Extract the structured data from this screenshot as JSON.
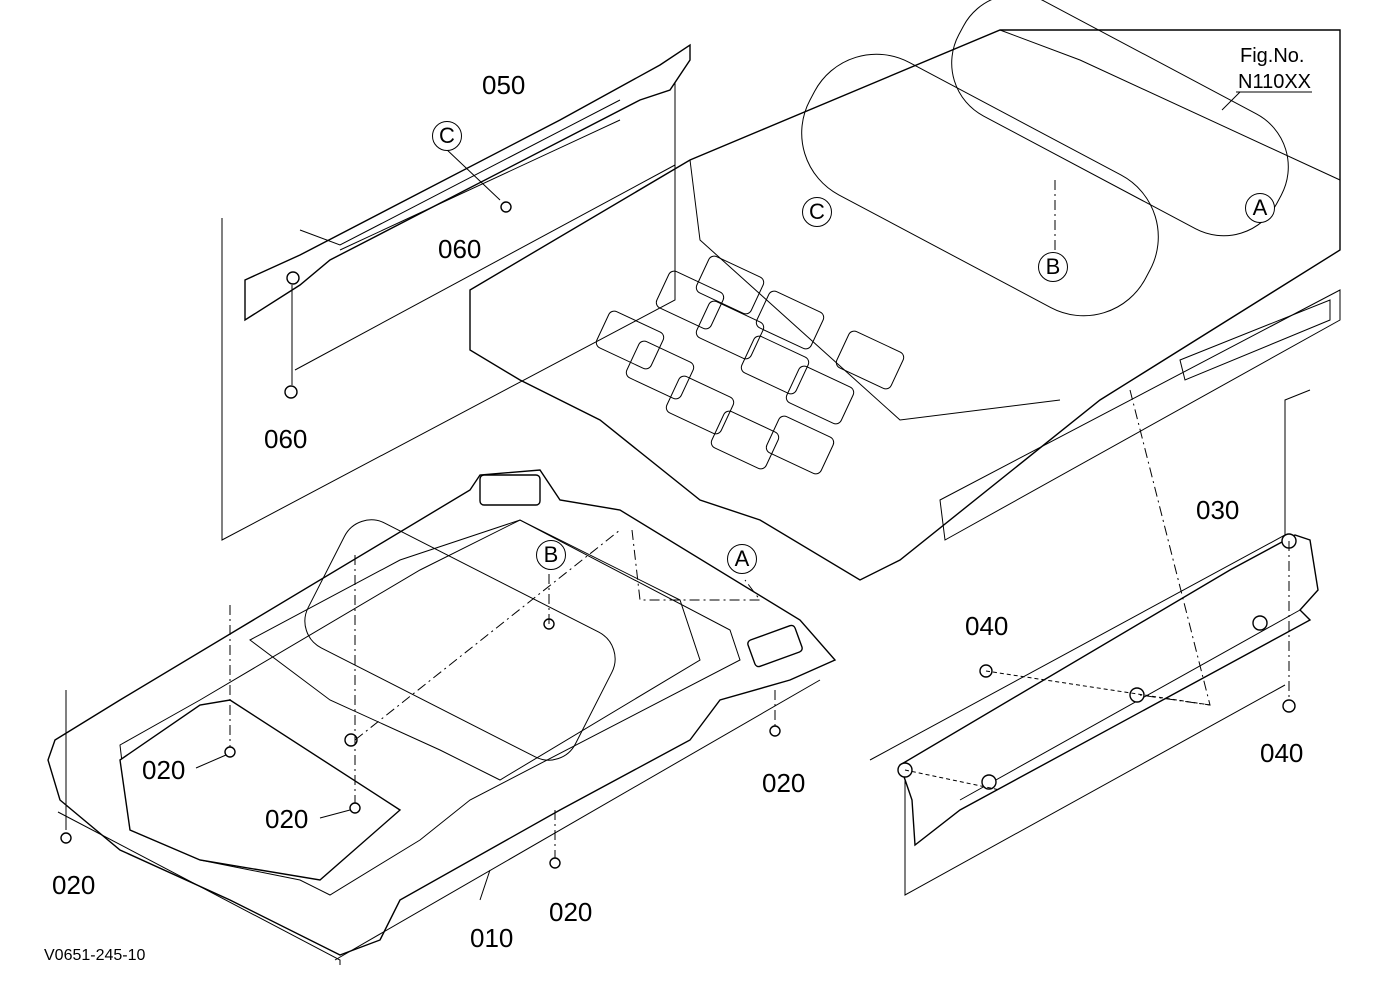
{
  "figure": {
    "fig_label": "Fig.No.",
    "fig_number": "N110XX",
    "drawing_code": "V0651-245-10"
  },
  "parts": {
    "p010": "010",
    "p020": "020",
    "p030": "030",
    "p040": "040",
    "p050": "050",
    "p060": "060"
  },
  "refs": {
    "a": "A",
    "b": "B",
    "c": "C"
  }
}
